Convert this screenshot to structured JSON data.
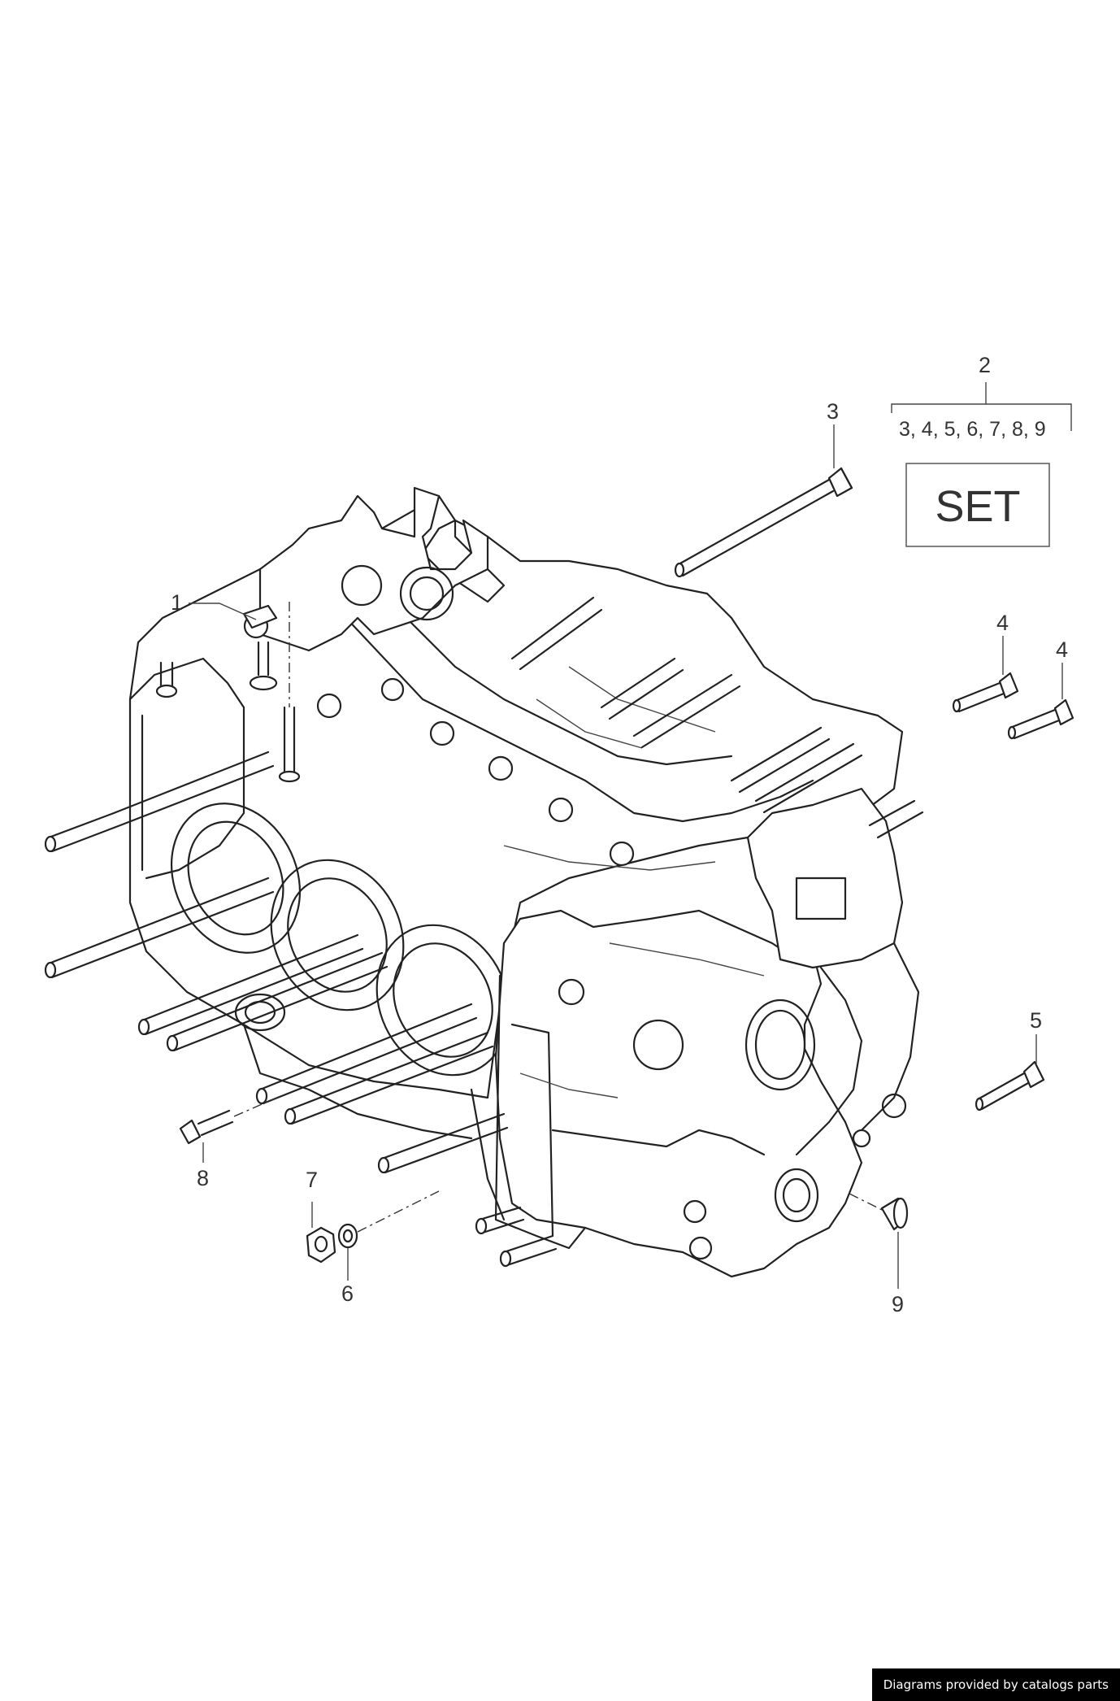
{
  "callouts": {
    "c1": "1",
    "c2": "2",
    "c3": "3",
    "c4a": "4",
    "c4b": "4",
    "c5": "5",
    "c6": "6",
    "c7": "7",
    "c8": "8",
    "c9": "9"
  },
  "set_contents": "3, 4, 5, 6, 7, 8, 9",
  "set_label": "SET",
  "footer": "Diagrams provided by catalogs parts"
}
